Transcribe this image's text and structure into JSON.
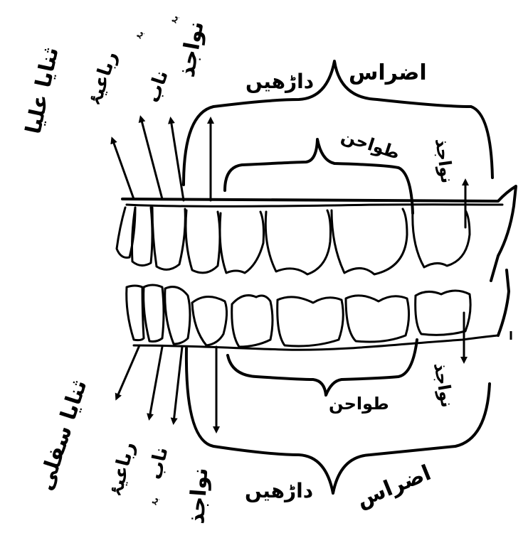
{
  "labels": {
    "upper": {
      "thanaya_ulya": "ثنایا علیا",
      "rabaiya": "رباعیۂ",
      "naab": "ناب",
      "naab_note": "بۂ",
      "nawajid": "نواجذ",
      "nawajid_note": "بۂ",
      "dawaras": "داڑھیں",
      "azras": "اضراس",
      "tawahin": "طواحن",
      "nawajid_right": "نواجذ"
    },
    "lower": {
      "thanaya_sufla": "ثنایا سفلی",
      "rabaiya": "رباعیۂ",
      "naab": "ناب",
      "naab_note": "بۂ",
      "nawajid": "نواجذ",
      "dawaras": "داڑھیں",
      "azras": "اضراس",
      "tawahin": "طواحن",
      "nawajid_right": "نواجذ"
    }
  }
}
